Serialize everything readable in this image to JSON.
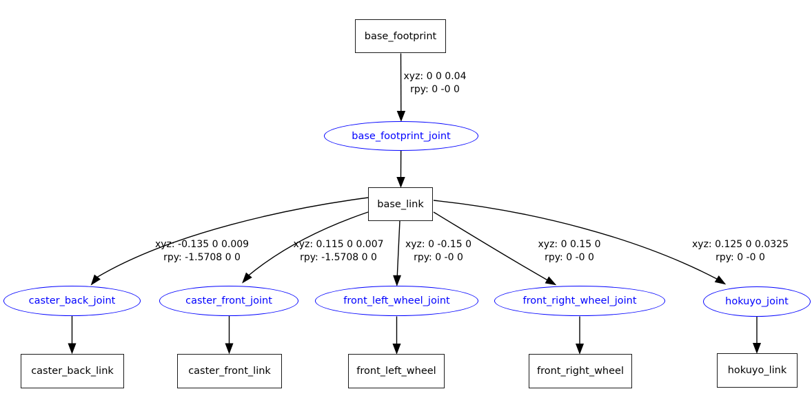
{
  "nodes": {
    "base_footprint": "base_footprint",
    "base_footprint_joint": "base_footprint_joint",
    "base_link": "base_link",
    "caster_back_joint": "caster_back_joint",
    "caster_front_joint": "caster_front_joint",
    "front_left_wheel_joint": "front_left_wheel_joint",
    "front_right_wheel_joint": "front_right_wheel_joint",
    "hokuyo_joint": "hokuyo_joint",
    "caster_back_link": "caster_back_link",
    "caster_front_link": "caster_front_link",
    "front_left_wheel": "front_left_wheel",
    "front_right_wheel": "front_right_wheel",
    "hokuyo_link": "hokuyo_link"
  },
  "edge_labels": {
    "base_footprint_joint": {
      "xyz": "xyz: 0 0 0.04",
      "rpy": "rpy: 0 -0 0"
    },
    "caster_back": {
      "xyz": "xyz: -0.135 0 0.009",
      "rpy": "rpy: -1.5708 0 0"
    },
    "caster_front": {
      "xyz": "xyz: 0.115 0 0.007",
      "rpy": "rpy: -1.5708 0 0"
    },
    "front_left": {
      "xyz": "xyz: 0 -0.15 0",
      "rpy": "rpy: 0 -0 0"
    },
    "front_right": {
      "xyz": "xyz: 0 0.15 0",
      "rpy": "rpy: 0 -0 0"
    },
    "hokuyo": {
      "xyz": "xyz: 0.125 0 0.0325",
      "rpy": "rpy: 0 -0 0"
    }
  },
  "colors": {
    "joint_stroke": "#0000ff",
    "joint_text": "#0000ff",
    "link_stroke": "#000000",
    "edge": "#000000",
    "background": "#ffffff"
  }
}
